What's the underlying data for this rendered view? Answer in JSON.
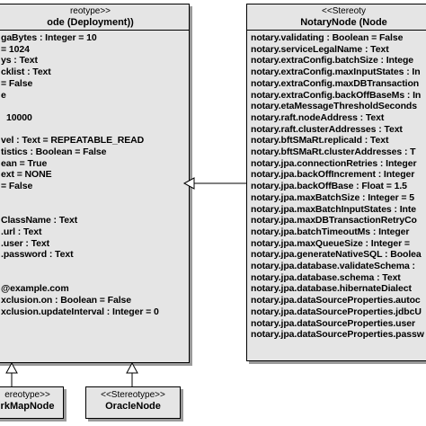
{
  "node_box": {
    "stereotype": "reotype>>",
    "name": "ode (Deployment))",
    "attributes": [
      "gaBytes : Integer = 10",
      "= 1024",
      "ys : Text",
      "cklist : Text",
      "= False",
      "e",
      "",
      "10000",
      "",
      "vel : Text = REPEATABLE_READ",
      "tistics : Boolean = False",
      "ean = True",
      "ext = NONE",
      "= False",
      "",
      "",
      "ClassName : Text",
      ".url : Text",
      ".user : Text",
      ".password : Text",
      "",
      "",
      "@example.com",
      "xclusion.on : Boolean = False",
      "xclusion.updateInterval : Integer = 0"
    ]
  },
  "notary_box": {
    "stereotype": "<<Stereoty",
    "name": "NotaryNode (Node",
    "attributes": [
      "notary.validating : Boolean = False",
      "notary.serviceLegalName : Text",
      "notary.extraConfig.batchSize : Intege",
      "notary.extraConfig.maxInputStates : In",
      "notary.extraConfig.maxDBTransaction",
      "notary.extraConfig.backOffBaseMs : In",
      "notary.etaMessageThresholdSeconds",
      "notary.raft.nodeAddress : Text",
      "notary.raft.clusterAddresses : Text",
      "notary.bftSMaRt.replicaId : Text",
      "notary.bftSMaRt.clusterAddresses : T",
      "notary.jpa.connectionRetries : Integer",
      "notary.jpa.backOffIncrement : Integer",
      "notary.jpa.backOffBase : Float = 1.5",
      "notary.jpa.maxBatchSize : Integer = 5",
      "notary.jpa.maxBatchInputStates : Inte",
      "notary.jpa.maxDBTransactionRetryCo",
      "notary.jpa.batchTimeoutMs : Integer",
      "notary.jpa.maxQueueSize : Integer =",
      "notary.jpa.generateNativeSQL : Boolea",
      "notary.jpa.database.validateSchema :",
      "notary.jpa.database.schema : Text",
      "notary.jpa.database.hibernateDialect",
      "notary.jpa.dataSourceProperties.autoc",
      "notary.jpa.dataSourceProperties.jdbcU",
      "notary.jpa.dataSourceProperties.user",
      "notary.jpa.dataSourceProperties.passw"
    ]
  },
  "network_map_box": {
    "stereotype": "ereotype>>",
    "name": "rkMapNode"
  },
  "oracle_box": {
    "stereotype": "<<Stereotype>>",
    "name": "OracleNode"
  }
}
